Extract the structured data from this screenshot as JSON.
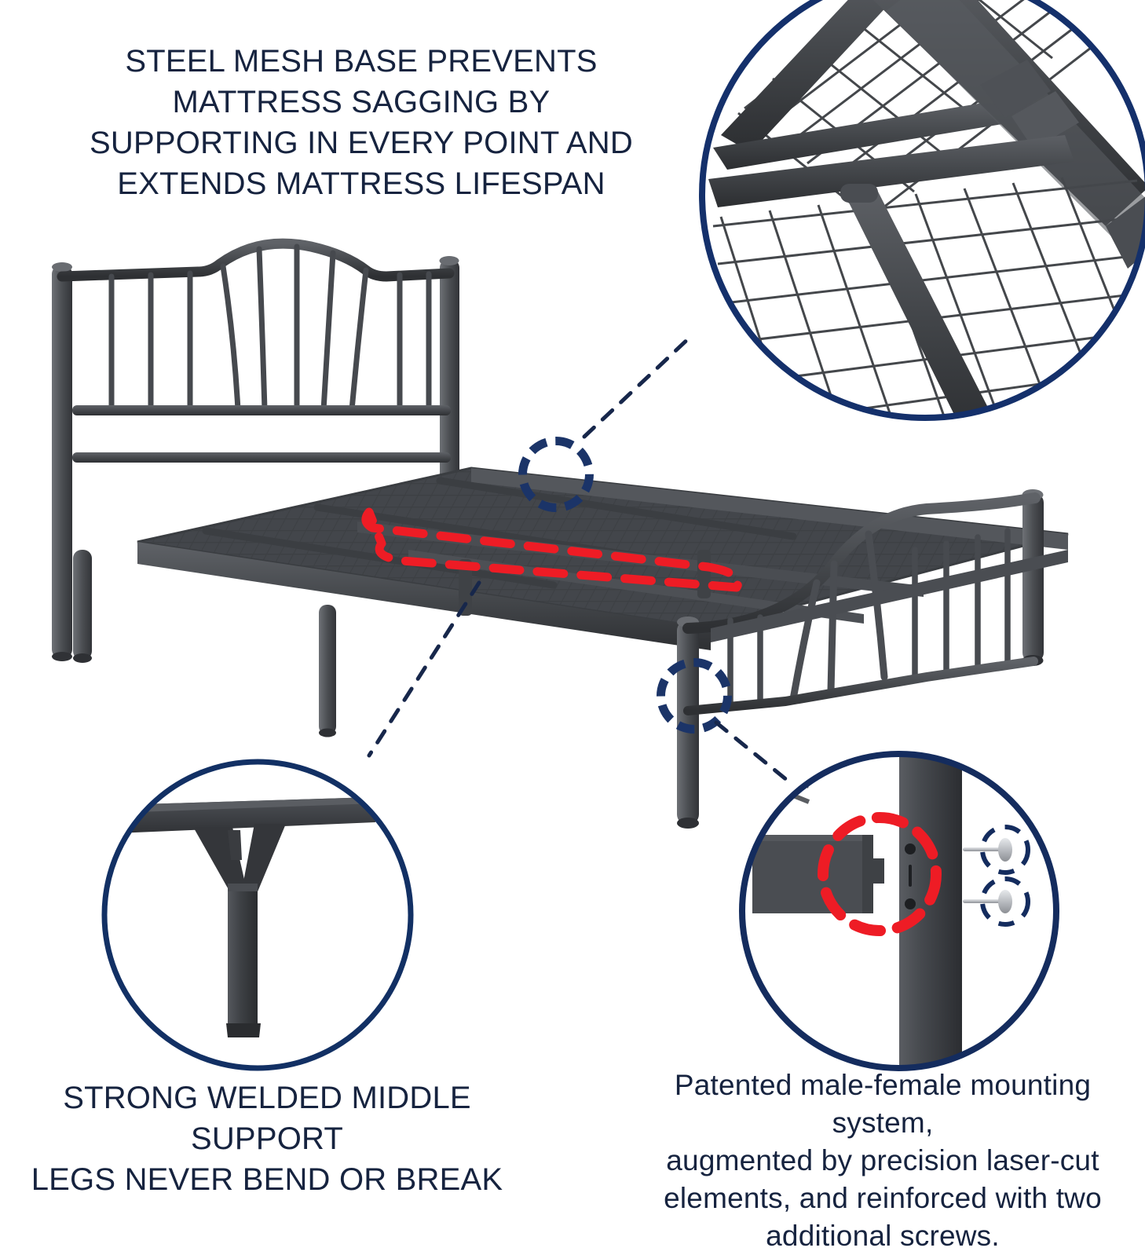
{
  "page": {
    "title": "Metal Platform Bed Frame Feature Infographic",
    "background_color": "#ffffff",
    "text_color": "#16233f",
    "accent_blue": "#14306b",
    "accent_red": "#ee1c25",
    "metal_gray": "#4a4c50"
  },
  "callouts": {
    "top": {
      "text": "STEEL MESH BASE PREVENTS\nMATTRESS SAGGING BY\nSUPPORTING IN EVERY POINT AND\nEXTENDS MATTRESS LIFESPAN",
      "style": "uppercase"
    },
    "bottom_left": {
      "text": "STRONG WELDED MIDDLE SUPPORT\nLEGS NEVER BEND OR BREAK",
      "style": "uppercase"
    },
    "bottom_right": {
      "text": "Patented male-female mounting system,\naugmented by precision laser-cut\nelements, and reinforced with two\nadditional screws.",
      "style": "sentence"
    }
  },
  "detail_views": [
    {
      "id": "steel-mesh-detail",
      "name": "Steel mesh base close-up",
      "position": "top-right",
      "ring_color": "#14306b",
      "depicts": "welded steel wire mesh deck over cross support rails"
    },
    {
      "id": "middle-support-leg-detail",
      "name": "Welded middle support leg close-up",
      "position": "bottom-left",
      "ring_color": "#123064",
      "depicts": "center rail with Y-shaped welded gusset and square leg"
    },
    {
      "id": "mounting-system-detail",
      "name": "Male-female mounting system close-up",
      "position": "bottom-right",
      "ring_color": "#142c5e",
      "depicts": "laser-cut bracket tab inserted into leg post with two reinforcing screws"
    }
  ],
  "highlights": [
    {
      "id": "center-support-highlight",
      "name": "Center support rail highlight",
      "shape": "dashed-parallelogram",
      "color": "#ee1c25"
    },
    {
      "id": "mount-highlight",
      "name": "Mounting joint highlight",
      "shape": "dashed-circle",
      "color": "#ee1c25"
    }
  ],
  "markers": [
    {
      "id": "marker-mesh",
      "name": "Mesh base marker ring",
      "color": "#1b3468",
      "links_to": "steel-mesh-detail"
    },
    {
      "id": "marker-mount",
      "name": "Mounting joint marker ring",
      "color": "#1b3468",
      "links_to": "mounting-system-detail"
    }
  ],
  "product": {
    "name": "Metal platform bed frame",
    "headboard": "arched decorative headboard with vertical bars and fan curves",
    "footboard": "curved arch footboard with vertical bars",
    "deck": "steel wire mesh base",
    "legs": "round cylindrical corner legs and square center support legs",
    "finish_color": "#4a4c50"
  }
}
